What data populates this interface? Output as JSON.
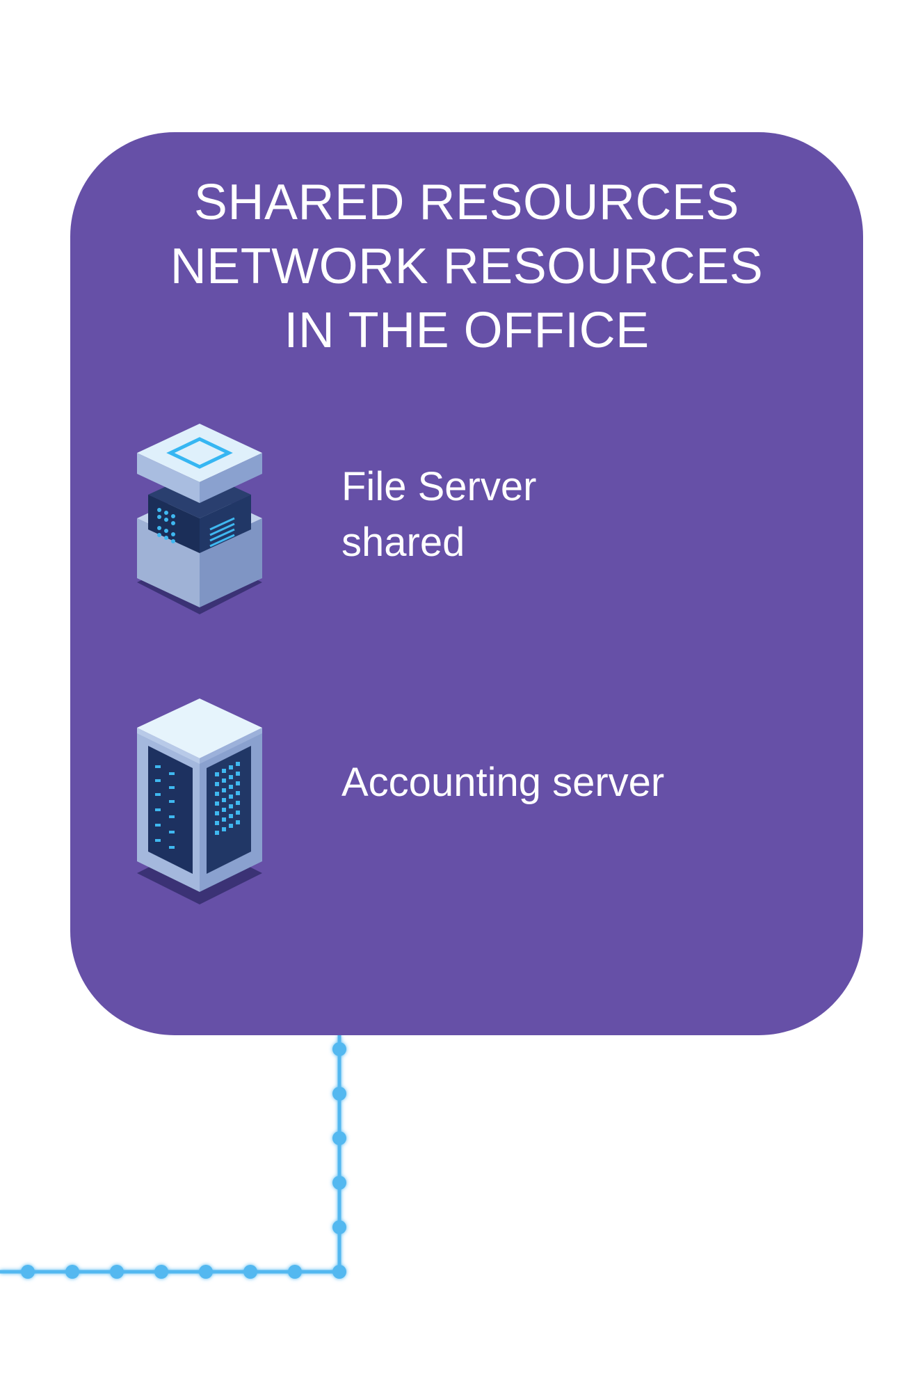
{
  "panel": {
    "title_lines": [
      "SHARED RESOURCES",
      "NETWORK RESOURCES",
      "IN THE OFFICE"
    ],
    "color": "#6650a7"
  },
  "servers": [
    {
      "icon": "file-server-icon",
      "label_lines": [
        "File Server",
        "shared"
      ]
    },
    {
      "icon": "accounting-server-icon",
      "label_lines": [
        "Accounting server"
      ]
    }
  ],
  "connector": {
    "color": "#52b8f0"
  }
}
